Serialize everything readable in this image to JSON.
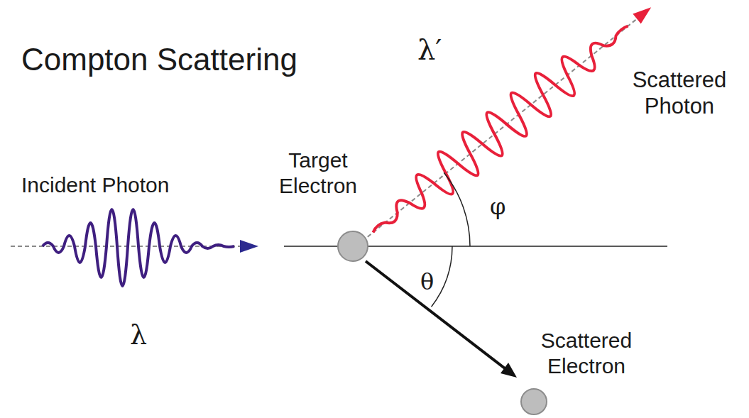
{
  "diagram": {
    "title": "Compton Scattering",
    "labels": [
      "λ′",
      "Scattered Photon",
      "Target Electron",
      "Incident Photon",
      "φ",
      "θ",
      "λ",
      "Scattered Electron"
    ]
  }
}
